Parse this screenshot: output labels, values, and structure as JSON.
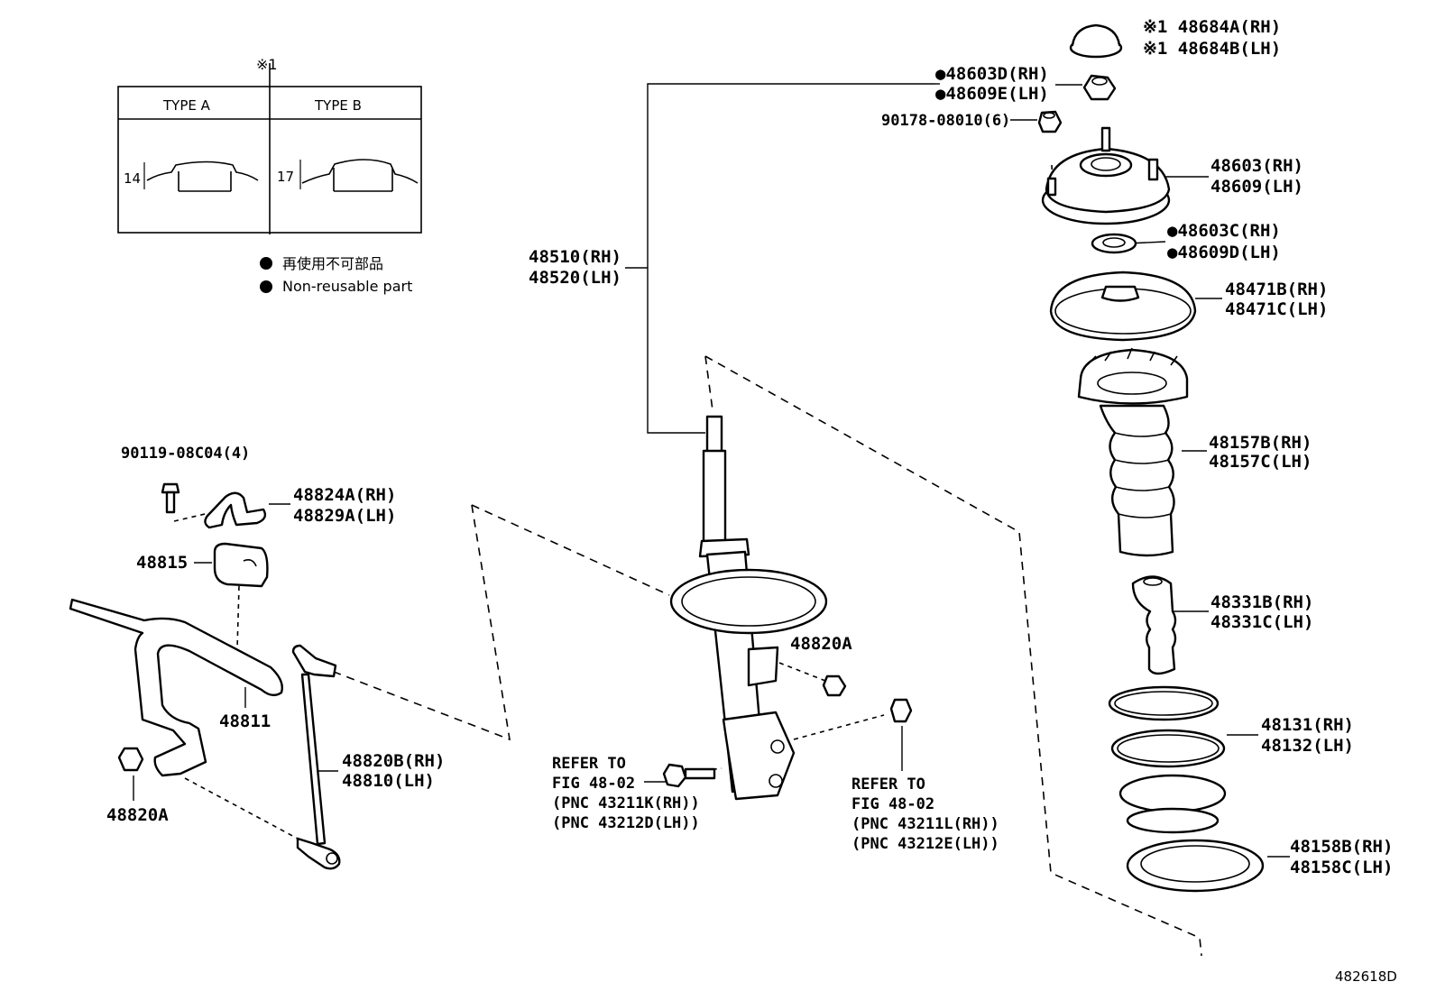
{
  "note_box": {
    "mark": "※1",
    "type_a": "TYPE A",
    "type_b": "TYPE B",
    "dim_a": "14",
    "dim_b": "17"
  },
  "legend": {
    "jp": "再使用不可部品",
    "en": "Non-reusable part"
  },
  "labels": {
    "p48684a": "※1 48684A(RH)",
    "p48684b": "※1 48684B(LH)",
    "p48603d": "●48603D(RH)",
    "p48609e": "●48609E(LH)",
    "p90178": "90178-08010(6)",
    "p48603": "48603(RH)",
    "p48609": "48609(LH)",
    "p48603c": "●48603C(RH)",
    "p48609d": "●48609D(LH)",
    "p48510": "48510(RH)",
    "p48520": "48520(LH)",
    "p48471b": "48471B(RH)",
    "p48471c": "48471C(LH)",
    "p48157b": "48157B(RH)",
    "p48157c": "48157C(LH)",
    "p90119": "90119-08C04(4)",
    "p48824a": "48824A(RH)",
    "p48829a": "48829A(LH)",
    "p48815": "48815",
    "p48820a_top": "48820A",
    "p48331b": "48331B(RH)",
    "p48331c": "48331C(LH)",
    "p48811": "48811",
    "p48131": "48131(RH)",
    "p48132": "48132(LH)",
    "p48820b": "48820B(RH)",
    "p48810": "48810(LH)",
    "refer1_l1": "REFER TO",
    "refer1_l2": "FIG 48-02",
    "refer1_l3": "(PNC 43211K(RH))",
    "refer1_l4": "(PNC 43212D(LH))",
    "refer2_l1": "REFER TO",
    "refer2_l2": "FIG 48-02",
    "refer2_l3": "(PNC 43211L(RH))",
    "refer2_l4": "(PNC 43212E(LH))",
    "p48820a_bottom": "48820A",
    "p48158b": "48158B(RH)",
    "p48158c": "48158C(LH)",
    "figure_id": "482618D"
  }
}
